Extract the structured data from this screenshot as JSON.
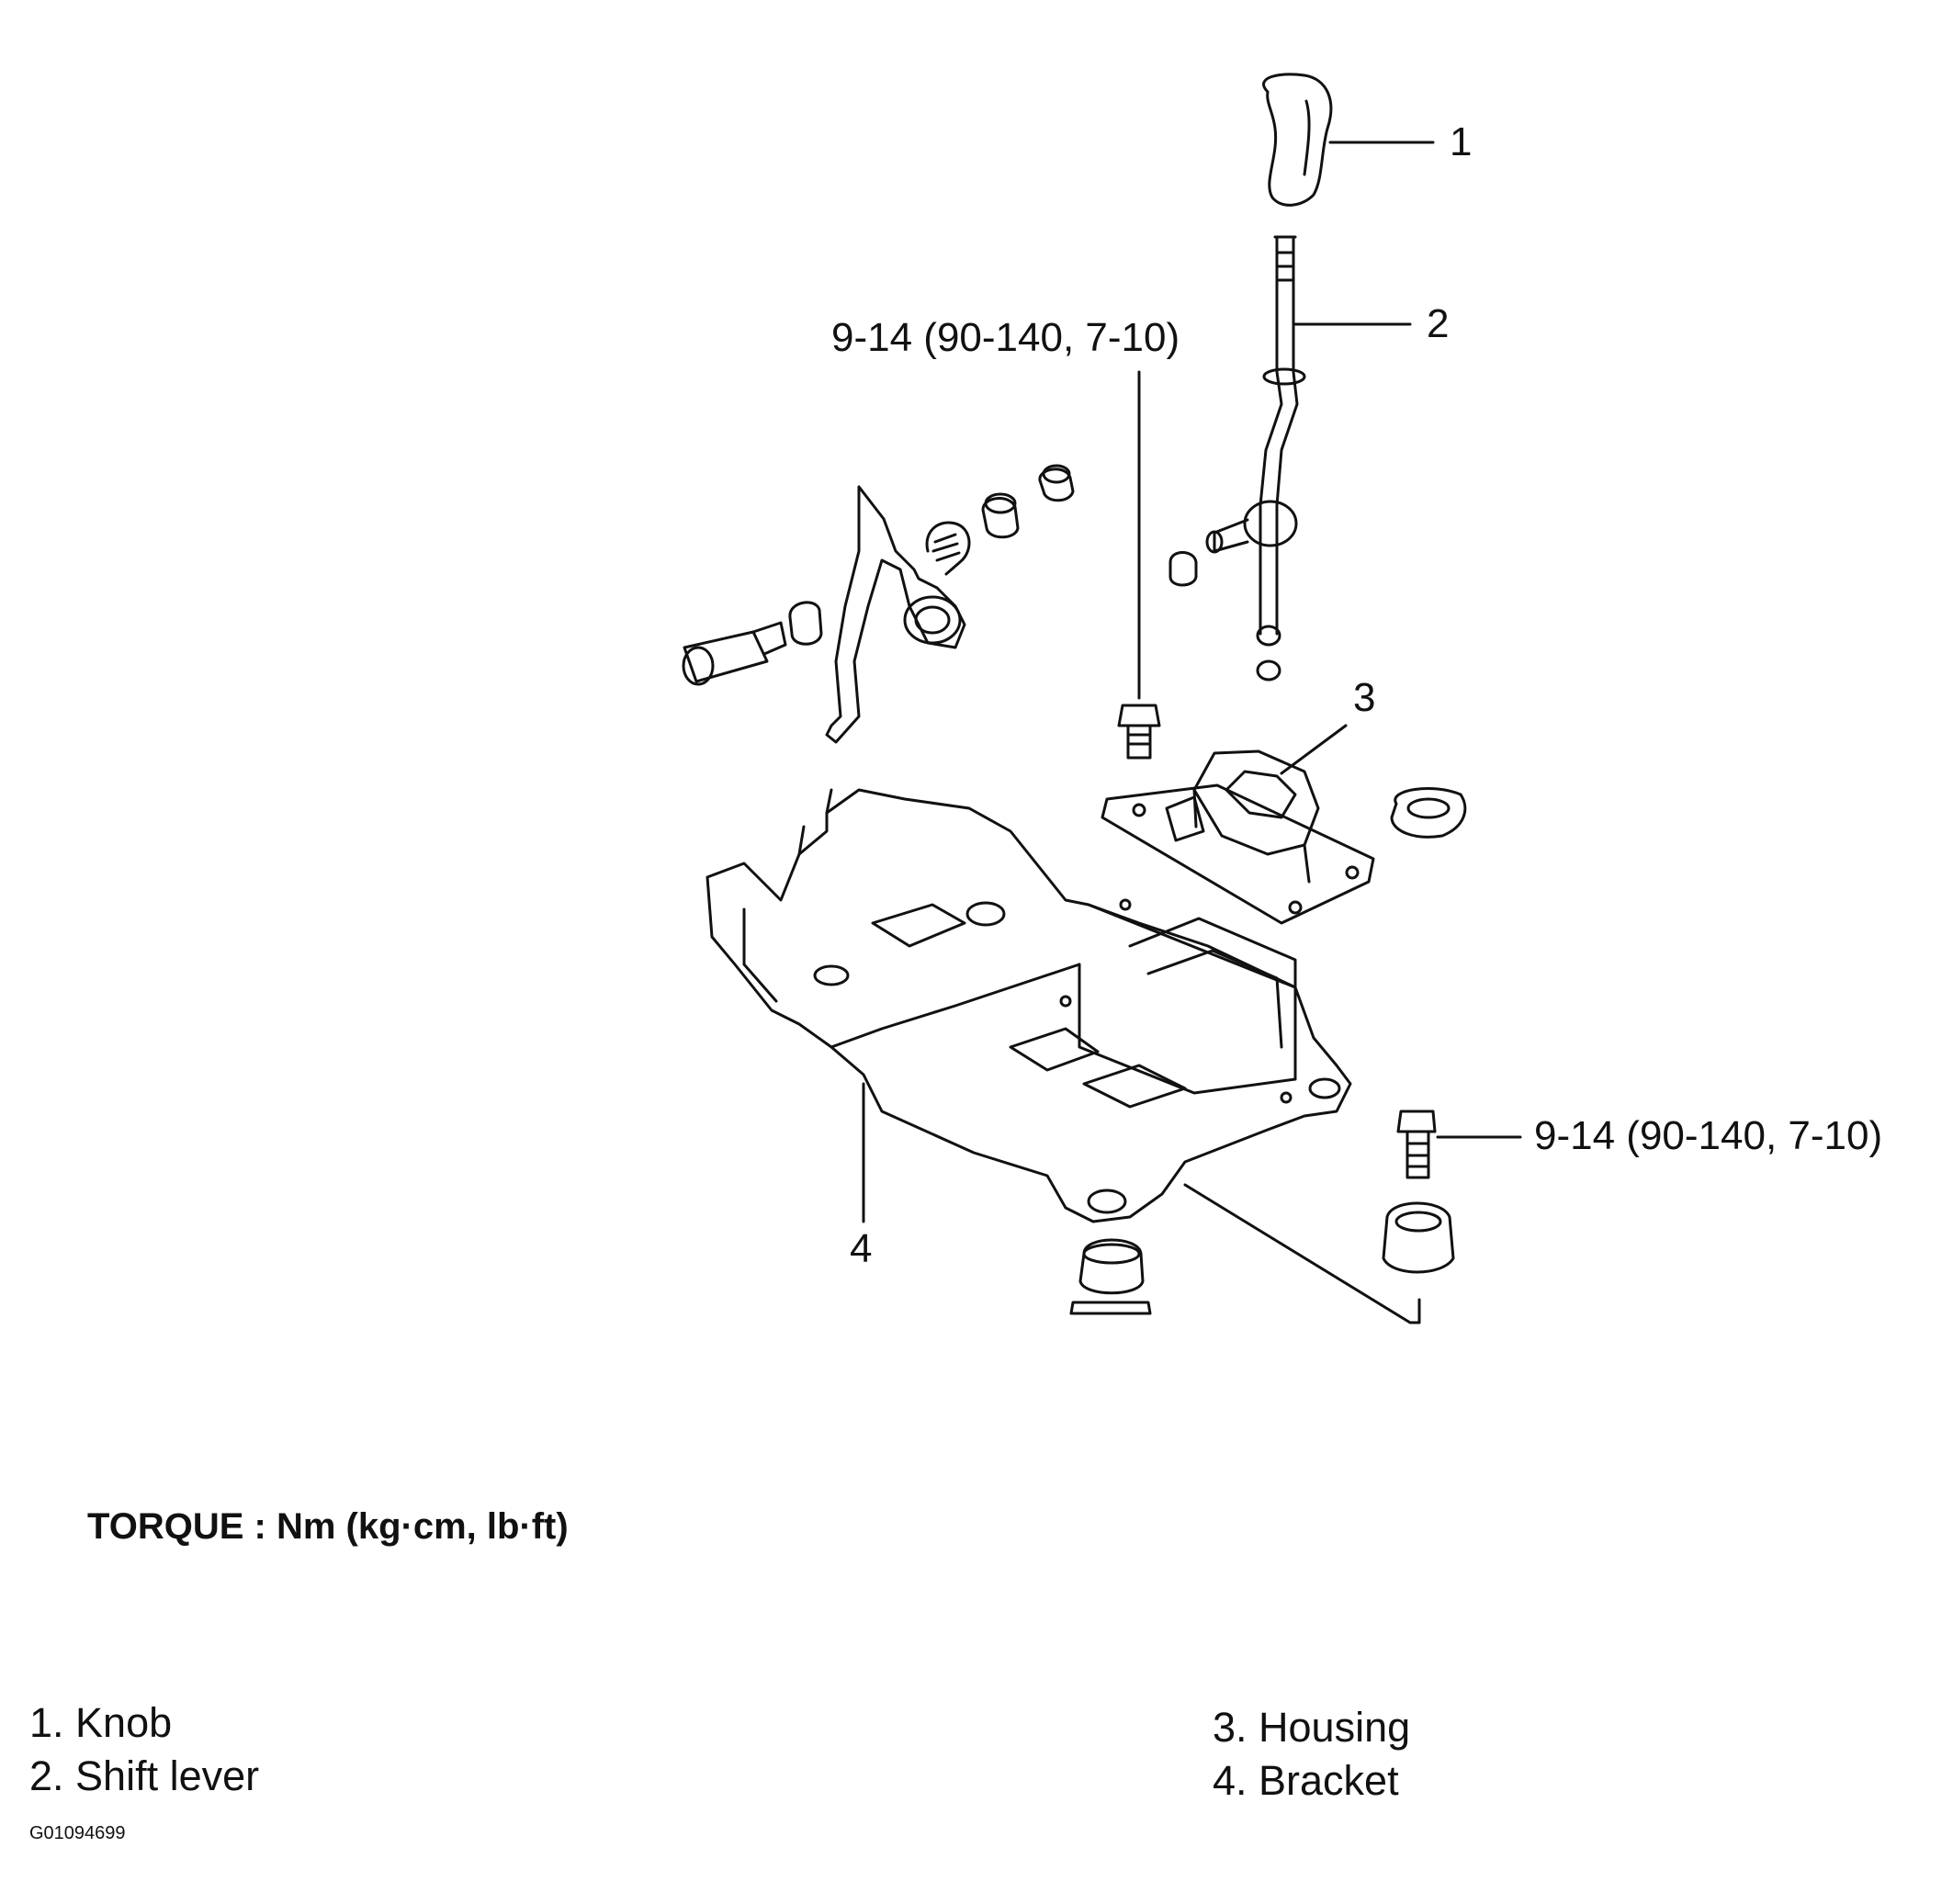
{
  "callouts": {
    "c1": "1",
    "c2": "2",
    "c3": "3",
    "c4": "4"
  },
  "torque_specs": {
    "upper": "9-14 (90-140, 7-10)",
    "lower": "9-14 (90-140, 7-10)"
  },
  "torque_heading": "TORQUE : Nm (kg·cm, lb·ft)",
  "legend": {
    "items": [
      "1. Knob",
      "2. Shift lever",
      "3. Housing",
      "4. Bracket"
    ]
  },
  "figure_id": "G01094699"
}
